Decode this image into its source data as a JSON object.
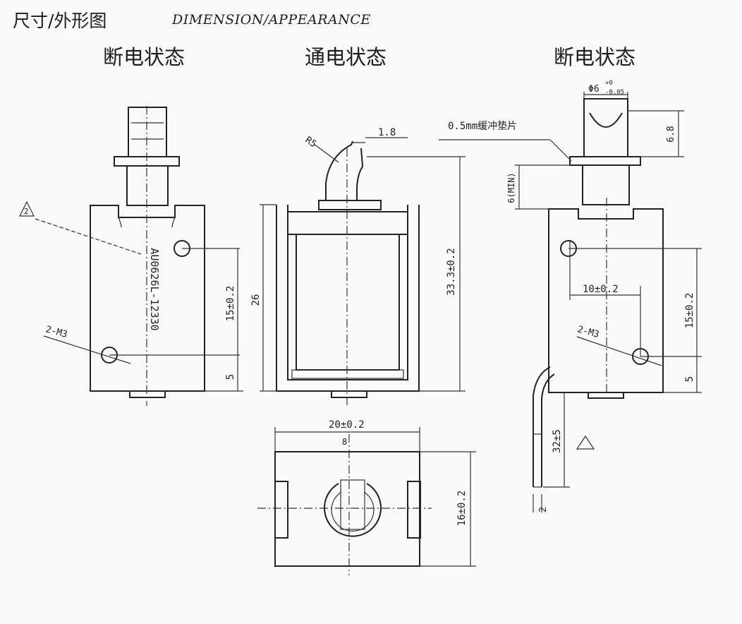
{
  "header": {
    "title_cn": "尺寸/外形图",
    "title_en": "DIMENSION/APPEARANCE"
  },
  "views": {
    "left_state": "断电状态",
    "middle_state": "通电状态",
    "right_state": "断电状态"
  },
  "labels": {
    "mark_2": "2",
    "model_code": "AU0626L-12330",
    "hole_spec_left": "2-M3",
    "hole_spec_right": "2-M3",
    "dim_15_left": "15±0.2",
    "dim_5_left": "5",
    "dim_r5": "R5",
    "dim_1_8": "1.8",
    "dim_26": "26",
    "dim_33_3": "33.3±0.2",
    "dim_20": "20±0.2",
    "dim_8": "8",
    "dim_16": "16±0.2",
    "dim_phi6": "Φ6",
    "tol_plus": "+0",
    "tol_minus": "-0.05",
    "cushion_label": "0.5mm缓冲垫片",
    "dim_6_8": "6.8",
    "dim_6_min": "6(MIN)",
    "dim_10": "10±0.2",
    "dim_15_right": "15±0.2",
    "dim_5_right": "5",
    "dim_32": "32±5",
    "dim_2": "2",
    "mark_warn": ""
  }
}
